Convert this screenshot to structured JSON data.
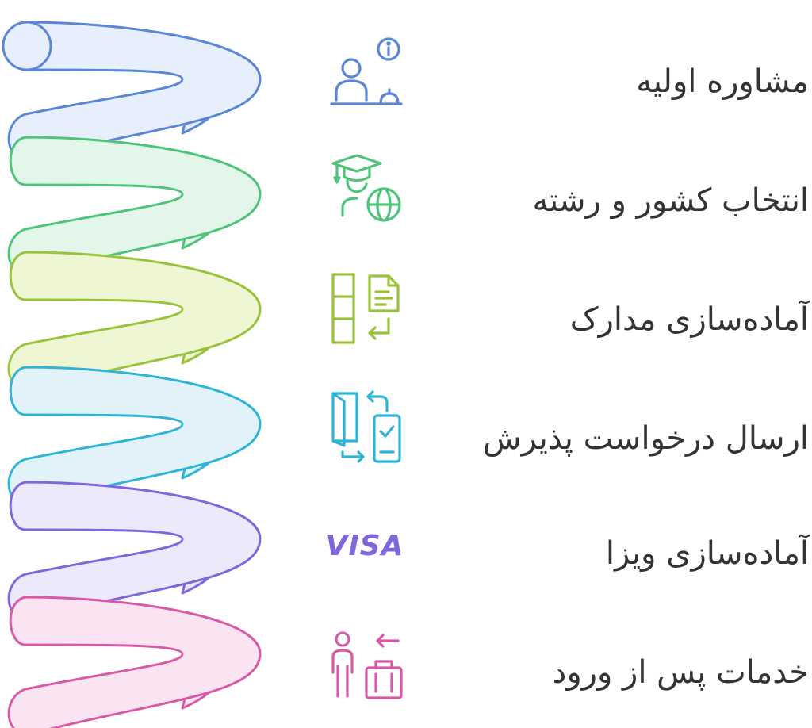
{
  "steps": [
    {
      "label": "مشاوره اولیه",
      "icon": "consultant-info-icon",
      "color": "#5a86d8",
      "fill": "#e8effc"
    },
    {
      "label": "انتخاب کشور و رشته",
      "icon": "graduate-globe-icon",
      "color": "#4ec47a",
      "fill": "#e2f6e9"
    },
    {
      "label": "آماده‌سازی مدارک",
      "icon": "documents-icon",
      "color": "#9ac23c",
      "fill": "#eef6d4"
    },
    {
      "label": "ارسال درخواست پذیرش",
      "icon": "submit-application-icon",
      "color": "#2fb3d6",
      "fill": "#e1f3f9"
    },
    {
      "label": "آماده‌سازی ویزا",
      "icon": "visa-icon",
      "icon_text": "VISA",
      "color": "#8066dc",
      "fill": "#ece9fb"
    },
    {
      "label": "خدمات پس از ورود",
      "icon": "traveler-luggage-icon",
      "color": "#d85aa6",
      "fill": "#fbe4f1"
    }
  ]
}
